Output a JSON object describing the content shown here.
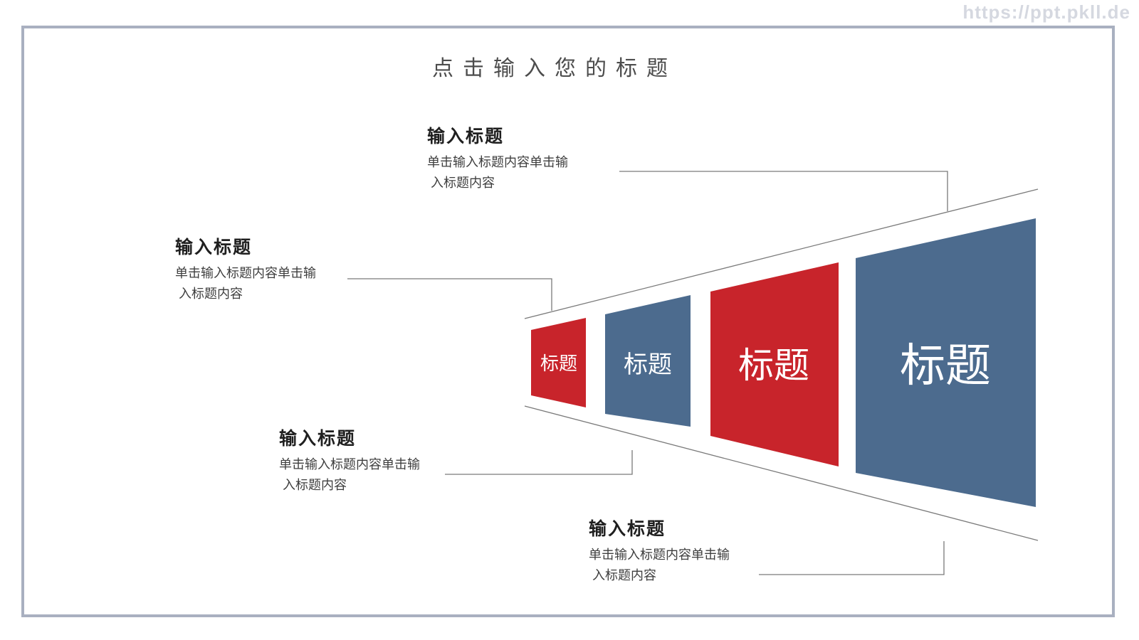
{
  "watermark": "https://ppt.pkll.de",
  "slide": {
    "title": "点击输入您的标题"
  },
  "callouts": [
    {
      "heading": "输入标题",
      "desc_lines": [
        "单击输入标题内容单击输",
        "入标题内容"
      ]
    },
    {
      "heading": "输入标题",
      "desc_lines": [
        "单击输入标题内容单击输",
        "入标题内容"
      ]
    },
    {
      "heading": "输入标题",
      "desc_lines": [
        "单击输入标题内容单击输",
        "入标题内容"
      ]
    },
    {
      "heading": "输入标题",
      "desc_lines": [
        "单击输入标题内容单击输",
        "入标题内容"
      ]
    }
  ],
  "funnel": {
    "shapes": [
      {
        "label": "标题",
        "color": "#c8242b"
      },
      {
        "label": "标题",
        "color": "#4c6b8e"
      },
      {
        "label": "标题",
        "color": "#c8242b"
      },
      {
        "label": "标题",
        "color": "#4c6b8e"
      }
    ]
  },
  "colors": {
    "red": "#c8242b",
    "blue": "#4c6b8e",
    "frame_border": "#a9b0c0",
    "connector_line": "#7a7a7a",
    "title_text": "#4c4c4c",
    "heading_text": "#1f1f1f",
    "body_text": "#3e3e3e",
    "watermark_text": "#d5d8e0"
  }
}
